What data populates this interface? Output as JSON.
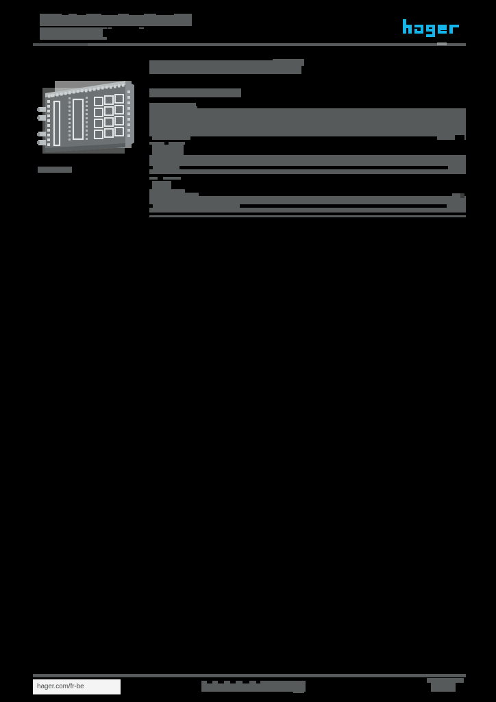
{
  "document": {
    "type": "product-datasheet",
    "brand": "hager",
    "page_background": "#000000",
    "redaction_color": "#575a5a",
    "accent_color": "#13b5ea"
  },
  "header": {
    "title_line_1": "",
    "title_line_2": "",
    "subtitle": "",
    "logo": {
      "name": "hager-logo",
      "wordmark": "hager",
      "color": "#13b5ea"
    },
    "rule": {
      "name": "header-rule",
      "color": "#575a5a"
    }
  },
  "product_image": {
    "name": "product-photo",
    "alt": "electrical enclosure mounting plate",
    "caption": ""
  },
  "main": {
    "title": "",
    "subtitle": "",
    "section_label": "",
    "toc": {
      "rows": [
        {
          "label": "",
          "page": "",
          "leader": "dotted"
        },
        {
          "label": "",
          "page": "",
          "leader": "dotted"
        },
        {
          "label": "",
          "page": "",
          "leader": "dotted"
        }
      ]
    }
  },
  "footer": {
    "url": "hager.com/fr-be",
    "center_text": "",
    "page_number": "",
    "rule": {
      "name": "footer-rule",
      "color": "#575a5a"
    }
  }
}
